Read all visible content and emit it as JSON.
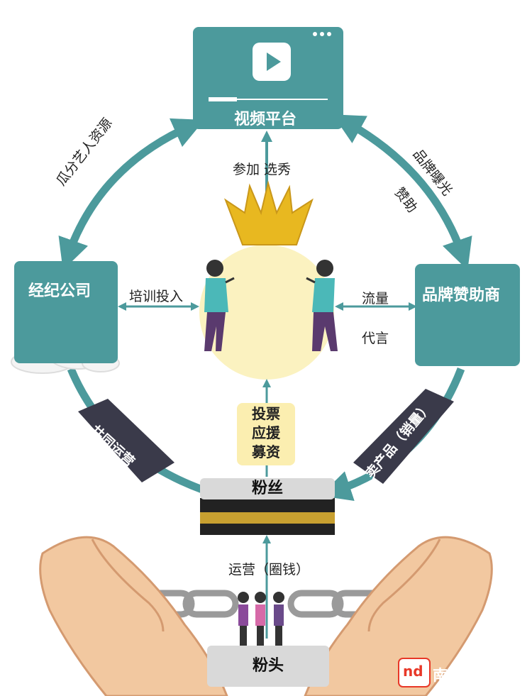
{
  "nodes": {
    "video_platform": "视频平台",
    "agency": "经纪公司",
    "sponsor": "品牌赞助商",
    "fans": "粉丝",
    "fan_leader": "粉头"
  },
  "edges": {
    "top_left": "瓜分艺人资源",
    "top_right_1": "品牌曝光",
    "top_right_2": "赞助",
    "center_up": "参加 选秀",
    "left_mid": "培训投入",
    "right_mid_1": "流量",
    "right_mid_2": "代言",
    "bottom_left": "共同运营",
    "bottom_right": "卖产品（销量）",
    "vote_1": "投票",
    "vote_2": "应援",
    "vote_3": "募资",
    "bottom_center": "运营（圈钱）"
  },
  "watermark": {
    "brand": "南方都市报",
    "badge": "nd"
  },
  "colors": {
    "teal": "#4c9a9c",
    "dark_band": "#3a3a4a",
    "circle": "#fbf2c0",
    "grey": "#d9d9d9",
    "crown": "#e8b820",
    "red": "#e83828"
  }
}
